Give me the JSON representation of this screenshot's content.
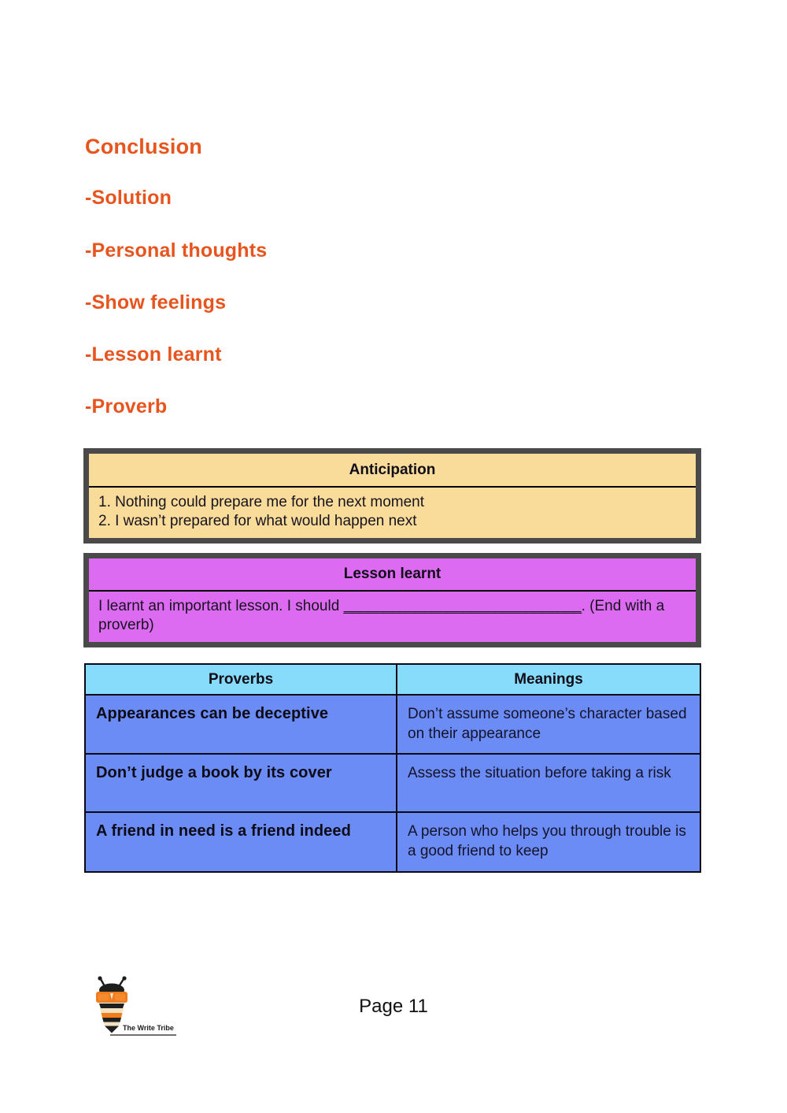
{
  "document": {
    "page_label": "Page 11"
  },
  "outline": {
    "items": [
      {
        "label": "Conclusion",
        "level": "main"
      },
      {
        "label": "-Solution",
        "level": "sub"
      },
      {
        "label": "-Personal thoughts",
        "level": "sub"
      },
      {
        "label": "-Show feelings",
        "level": "sub"
      },
      {
        "label": "-Lesson learnt",
        "level": "sub"
      },
      {
        "label": "-Proverb",
        "level": "sub"
      }
    ]
  },
  "anticipation_table": {
    "header": "Anticipation",
    "lines": [
      "1. Nothing could prepare me for the next moment",
      "2. I wasn’t prepared for what would happen next"
    ]
  },
  "lesson_table": {
    "header": "Lesson learnt",
    "sentence_before": "I learnt an important lesson. I should ",
    "blank": "______________________________",
    "sentence_after": ". (End with a proverb)"
  },
  "proverbs_table": {
    "headers": {
      "left": "Proverbs",
      "right": "Meanings"
    },
    "rows": [
      {
        "proverb": "Appearances can be deceptive",
        "meaning": "Don’t assume someone’s character based on their appearance"
      },
      {
        "proverb": "Don’t judge a book by its cover",
        "meaning": "Assess the situation before taking a risk"
      },
      {
        "proverb": "A friend in need is a friend indeed",
        "meaning": "A person who helps you through trouble is a good friend to keep"
      }
    ]
  },
  "brand": {
    "name": "The Write Tribe"
  },
  "colors": {
    "heading_orange": "#E8541E",
    "anticipation_fill": "#F9DC9A",
    "lesson_fill": "#DD6BF2",
    "proverbs_header_fill": "#87DCFB",
    "proverbs_row_fill": "#6B8BF5",
    "thick_border": "#4a4a4a",
    "thin_border": "#0a0a14"
  }
}
